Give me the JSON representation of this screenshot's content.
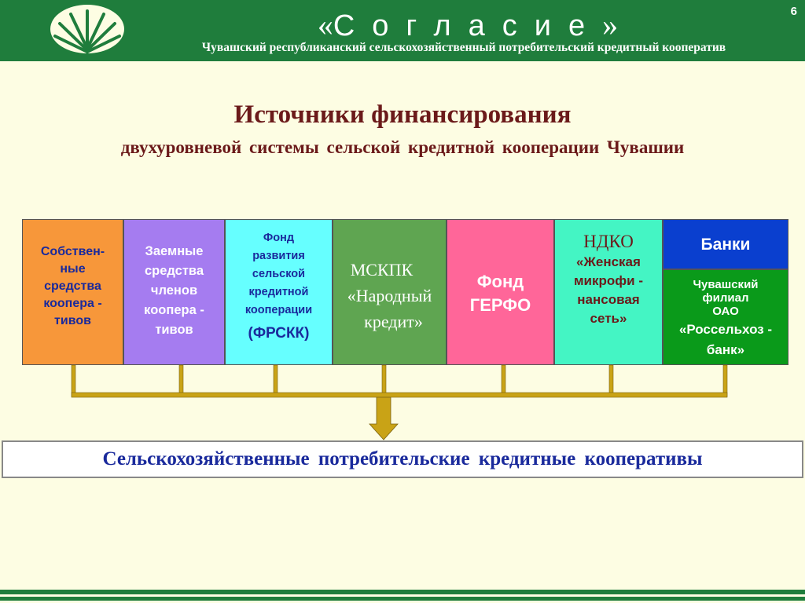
{
  "header": {
    "brand_open": "«",
    "brand_word": "Согласие",
    "brand_close": "»",
    "subtitle": "Чувашский республиканский сельскохозяйственный потребительский кредитный кооператив",
    "page_number": "6",
    "color": "#1f7d3c"
  },
  "title": "Источники  финансирования",
  "subtitle": "двухуровневой  системы  сельской  кредитной   кооперации  Чувашии",
  "sources": {
    "own": [
      "Собствен-",
      "ные",
      "средства",
      "коопера -",
      "тивов"
    ],
    "borrowed": [
      "Заемные",
      "средства",
      "членов",
      "коопера -",
      "тивов"
    ],
    "frskk": [
      "Фонд",
      "развития",
      "сельской",
      "кредитной",
      "кооперации",
      "(ФРСКК)"
    ],
    "mskpk": [
      "МСКПК",
      "«Народный",
      "кредит»"
    ],
    "gerfo": [
      "Фонд",
      "ГЕРФО"
    ],
    "ndko": [
      "НДКО",
      "«Женская",
      "микрофи -",
      "нансовая",
      "сеть»"
    ],
    "banks": "Банки",
    "rosselhoz": [
      "Чувашский",
      "филиал",
      "ОАО",
      "«Россельхоз -",
      "банк»"
    ]
  },
  "result": "Сельскохозяйственные  потребительские  кредитные   кооперативы",
  "colors": {
    "background": "#fdfde3",
    "connector": "#c9a316",
    "title": "#6b1a1a",
    "text_blue": "#1a2a9c"
  },
  "icons": {
    "logo": "wheat-leaf-logo-icon",
    "arrow": "arrow-down-icon"
  }
}
